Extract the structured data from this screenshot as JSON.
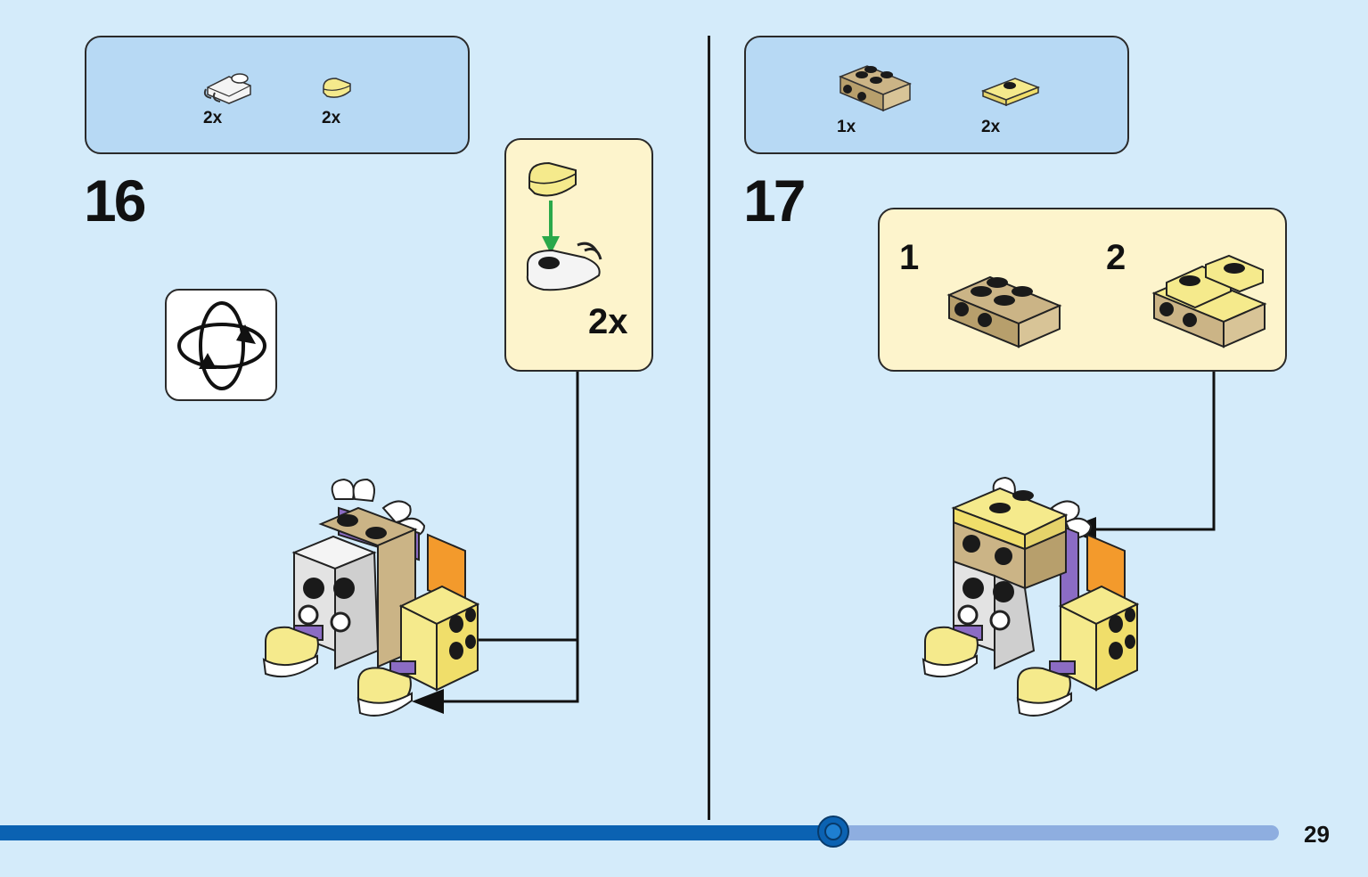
{
  "step16": {
    "number": "16",
    "parts": [
      {
        "name": "white plate with clip",
        "qty": "2x"
      },
      {
        "name": "bright light yellow round tile",
        "qty": "2x"
      }
    ],
    "callout_qty": "2x",
    "rotate_icon": "rotate-model-icon"
  },
  "step17": {
    "number": "17",
    "parts": [
      {
        "name": "tan plate with studs on side",
        "qty": "1x"
      },
      {
        "name": "yellow jumper plate",
        "qty": "2x"
      }
    ],
    "sub_steps": [
      "1",
      "2"
    ]
  },
  "colors": {
    "background": "#d4ebfa",
    "parts_box": "#b7d9f4",
    "callout": "#fdf4cc",
    "progress": "#0b62b2",
    "progress_track": "#8eaee0",
    "arrow_green": "#2aa84a",
    "tan": "#cbb486",
    "yellow": "#f5ea8c",
    "purple": "#8b6cc4",
    "orange": "#f39a2c"
  },
  "progress": {
    "fraction": 0.61
  },
  "page_number": "29"
}
